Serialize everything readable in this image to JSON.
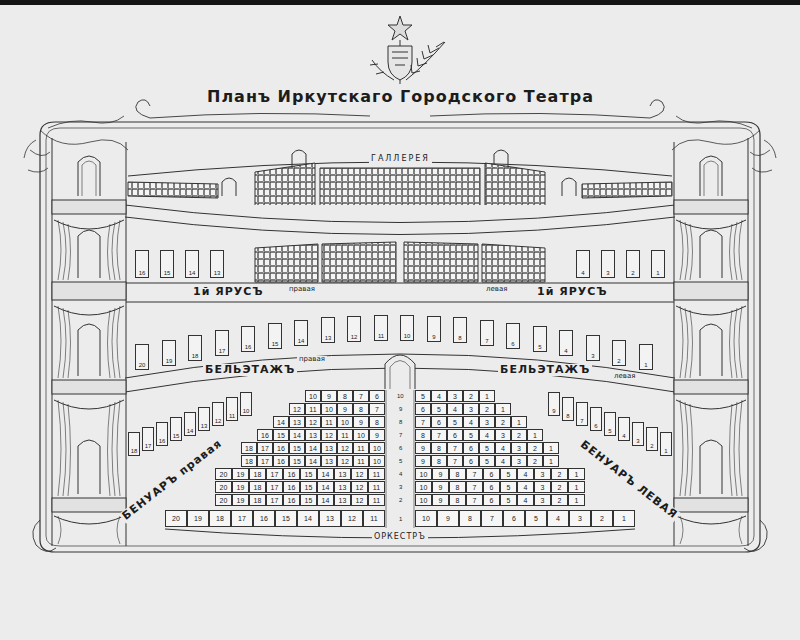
{
  "diagram": {
    "title": "Планъ Иркутскаго Городского Театра",
    "labels": [
      "ГАЛЛЕРЕЯ",
      "1й ЯРУСЪ",
      "правая",
      "левая",
      "1й ЯРУСЪ",
      "БЕЛЬЭТАЖЪ",
      "правая",
      "БЕЛЬЭТАЖЪ",
      "левая",
      "БЕНУАРЪ правая",
      "БЕНУАРЪ ЛЕВАЯ",
      "ОРКЕСТРЪ",
      "16",
      "15",
      "14",
      "13",
      "4",
      "3",
      "2",
      "1",
      "20",
      "19",
      "18",
      "17",
      "16",
      "15",
      "14",
      "13",
      "12",
      "11",
      "10",
      "9",
      "8",
      "7",
      "6",
      "5",
      "4",
      "3",
      "2",
      "1",
      "18",
      "17",
      "16",
      "15",
      "14",
      "13",
      "12",
      "11",
      "10",
      "1",
      "2",
      "3",
      "4",
      "5",
      "6",
      "7",
      "8",
      "9",
      "20",
      "19",
      "18",
      "17",
      "16",
      "15",
      "14",
      "13",
      "12",
      "11",
      "10",
      "9",
      "8",
      "7",
      "6",
      "5",
      "4",
      "3",
      "2",
      "1",
      "20",
      "19",
      "18",
      "17",
      "16",
      "15",
      "14",
      "13",
      "12",
      "11",
      "10",
      "9",
      "8",
      "7",
      "6",
      "5",
      "4",
      "3",
      "2",
      "1",
      "20",
      "19",
      "18",
      "17",
      "16",
      "15",
      "14",
      "13",
      "12",
      "11",
      "10",
      "9",
      "8",
      "7",
      "6",
      "5",
      "4",
      "3",
      "2",
      "1",
      "20",
      "19",
      "18",
      "17",
      "16",
      "15",
      "14",
      "13",
      "12",
      "11",
      "10",
      "9",
      "8",
      "7",
      "6",
      "5",
      "4",
      "3",
      "2",
      "1",
      "18",
      "17",
      "16",
      "15",
      "14",
      "13",
      "12",
      "11",
      "10",
      "9",
      "8",
      "7",
      "6",
      "5",
      "4",
      "3",
      "2",
      "1",
      "18",
      "17",
      "16",
      "15",
      "14",
      "13",
      "12",
      "11",
      "10",
      "9",
      "8",
      "7",
      "6",
      "5",
      "4",
      "3",
      "2",
      "1",
      "16",
      "15",
      "14",
      "13",
      "12",
      "11",
      "10",
      "9",
      "8",
      "7",
      "6",
      "5",
      "4",
      "3",
      "2",
      "1",
      "14",
      "13",
      "12",
      "11",
      "10",
      "9",
      "8",
      "7",
      "6",
      "5",
      "4",
      "3",
      "2",
      "1",
      "12",
      "11",
      "10",
      "9",
      "8",
      "7",
      "6",
      "5",
      "4",
      "3",
      "2",
      "1",
      "10",
      "9",
      "8",
      "7",
      "6",
      "5",
      "4",
      "3",
      "2",
      "1",
      "1",
      "2",
      "3",
      "4",
      "5",
      "6",
      "7",
      "8",
      "9",
      "10"
    ]
  }
}
